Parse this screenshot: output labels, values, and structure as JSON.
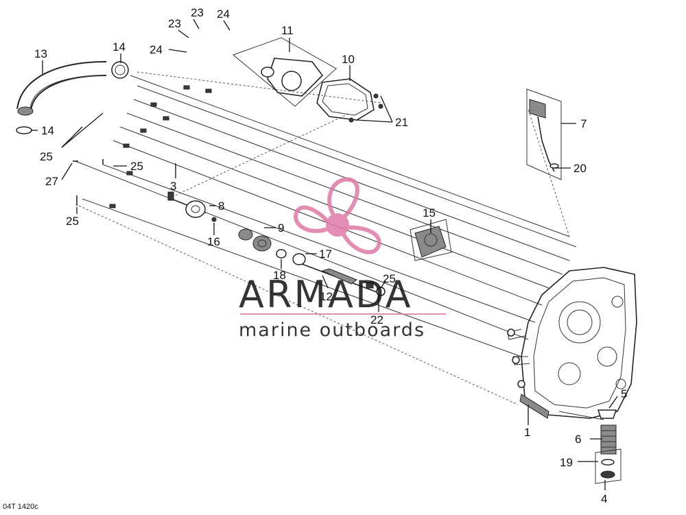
{
  "figure_code": "04T 1420c",
  "watermark": {
    "brand": "ARMADA",
    "tagline": "marine outboards",
    "color": "#e07aa6",
    "brand_color": "#6e6e6e"
  },
  "callouts": {
    "c1": "1",
    "c3": "3",
    "c4": "4",
    "c5": "5",
    "c6": "6",
    "c7": "7",
    "c8": "8",
    "c9": "9",
    "c10": "10",
    "c11": "11",
    "c12": "12",
    "c13": "13",
    "c14a": "14",
    "c14b": "14",
    "c15": "15",
    "c16": "16",
    "c17": "17",
    "c18": "18",
    "c19": "19",
    "c20": "20",
    "c21": "21",
    "c22": "22",
    "c23a": "23",
    "c23b": "23",
    "c24a": "24",
    "c24b": "24",
    "c25a": "25",
    "c25b": "25",
    "c25c": "25",
    "c25d": "25",
    "c27": "27"
  }
}
